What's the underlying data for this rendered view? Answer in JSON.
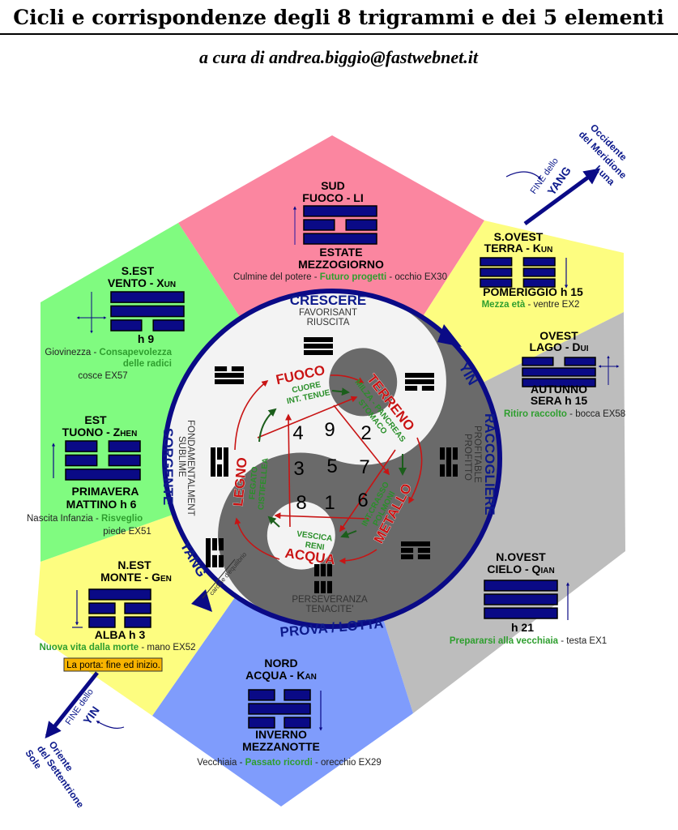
{
  "header": {
    "title": "Cicli e corrispondenze degli 8 trigrammi e dei 5 elementi",
    "subtitle": "a cura di andrea.biggio@fastwebnet.it"
  },
  "colors": {
    "sud": "#fb86a0",
    "sud_ovest": "#fdfd80",
    "ovest": "#bdbdbd",
    "nord": "#7f9cfc",
    "nord_est": "#fdfd80",
    "est": "#80fb80",
    "navy": "#0a0a86",
    "red": "#c81414",
    "yin_light": "#f3f3f3",
    "yin_dark": "#6a6a6a"
  },
  "sectors": [
    {
      "dir": "SUD",
      "name": "FUOCO - LI",
      "lines": [
        1,
        0,
        1
      ],
      "l1": "ESTATE",
      "l2": "MEZZOGIORNO",
      "d1": "Culmine del potere - ",
      "d2": "Futuro progetti",
      "d3": " - occhio EX30"
    },
    {
      "dir": "S.EST",
      "name": "VENTO - Xun",
      "lines": [
        1,
        1,
        0
      ],
      "l1": "h 9",
      "d1": "Giovinezza - ",
      "d2": "Consapevolezza",
      "d2b": "delle radici",
      "d3": "cosce EX57"
    },
    {
      "dir": "EST",
      "name": "TUONO - Zhen",
      "lines": [
        0,
        0,
        1
      ],
      "l1": "PRIMAVERA",
      "l2": "MATTINO h 6",
      "d1": "Nascita Infanzia - ",
      "d2": "Risveglio",
      "d3": "piede EX51"
    },
    {
      "dir": "N.EST",
      "name": "MONTE - Gen",
      "lines": [
        1,
        0,
        0
      ],
      "l1": "ALBA h 3",
      "d2": "Nuova vita dalla morte",
      "d3": " - mano EX52",
      "note": "La porta: fine ed inizio."
    },
    {
      "dir": "NORD",
      "name": "ACQUA - Kan",
      "lines": [
        0,
        1,
        0
      ],
      "l1": "INVERNO",
      "l2": "MEZZANOTTE",
      "d1": "Vecchiaia - ",
      "d2": "Passato ricordi",
      "d3": " - orecchio EX29"
    },
    {
      "dir": "N.OVEST",
      "name": "CIELO - Qian",
      "lines": [
        1,
        1,
        1
      ],
      "l1": "h 21",
      "d2": "Prepararsi alla vecchiaia",
      "d3": " - testa EX1"
    },
    {
      "dir": "OVEST",
      "name": "LAGO - Dui",
      "lines": [
        0,
        1,
        1
      ],
      "l1": "AUTUNNO",
      "l2": "SERA h 15",
      "d2": "Ritiro raccolto",
      "d3": " - bocca EX58"
    },
    {
      "dir": "S.OVEST",
      "name": "TERRA - Kun",
      "lines": [
        0,
        0,
        0
      ],
      "l1": "POMERIGGIO h 15",
      "d2": "Mezza età",
      "d3": " - ventre EX2"
    }
  ],
  "ring": {
    "top": "CRESCERE",
    "yin": "YIN",
    "right": "RACCOGLIERE",
    "bottom": "PROVA / LOTTA",
    "yang": "YANG",
    "left": "SORGENTE",
    "top_sub1": "FAVORISANT",
    "top_sub2": "RIUSCITA",
    "right_sub1": "PROFITABLE",
    "right_sub2": "PROFITTO",
    "bottom_sub1": "PERSEVERANZA",
    "bottom_sub2": "TENACITE'",
    "left_sub1": "FONDAMENTALMENT",
    "left_sub2": "SUBLIME",
    "cardine": "cardine d'equilibrio"
  },
  "inner_trigrams": [
    {
      "pos": "top",
      "lines": [
        1,
        1,
        1
      ]
    },
    {
      "pos": "upper-right",
      "lines": [
        1,
        1,
        0
      ]
    },
    {
      "pos": "right",
      "lines": [
        0,
        1,
        0
      ]
    },
    {
      "pos": "lower-right",
      "lines": [
        1,
        0,
        0
      ]
    },
    {
      "pos": "bottom",
      "lines": [
        0,
        0,
        0
      ]
    },
    {
      "pos": "lower-left",
      "lines": [
        0,
        0,
        1
      ]
    },
    {
      "pos": "left",
      "lines": [
        1,
        0,
        1
      ]
    },
    {
      "pos": "upper-left",
      "lines": [
        0,
        1,
        1
      ]
    }
  ],
  "elements": {
    "fuoco": "FUOCO",
    "terreno": "TERRENO",
    "metallo": "METALLO",
    "acqua": "ACQUA",
    "legno": "LEGNO",
    "fuoco_org1": "CUORE",
    "fuoco_org2": "INT. TENUE",
    "terreno_org1": "MILZA - PANCREAS",
    "terreno_org2": "STOMACO",
    "metallo_org1": "INT.CRASSO",
    "metallo_org2": "POLMONI",
    "acqua_org1": "VESCICA",
    "acqua_org2": "RENI",
    "legno_org1": "FEGATO",
    "legno_org2": "CISTIFELLEA"
  },
  "magic_square": [
    "4",
    "9",
    "2",
    "3",
    "5",
    "7",
    "8",
    "1",
    "6"
  ],
  "outer": {
    "yang_end1": "FINE dello",
    "yang_end2": "YANG",
    "west1": "Occidente",
    "west2": "del Meridione",
    "west3": "Luna",
    "yin_end1": "FINE dello",
    "yin_end2": "YIN",
    "east1": "Oriente",
    "east2": "del Settentrione",
    "east3": "Sole"
  }
}
